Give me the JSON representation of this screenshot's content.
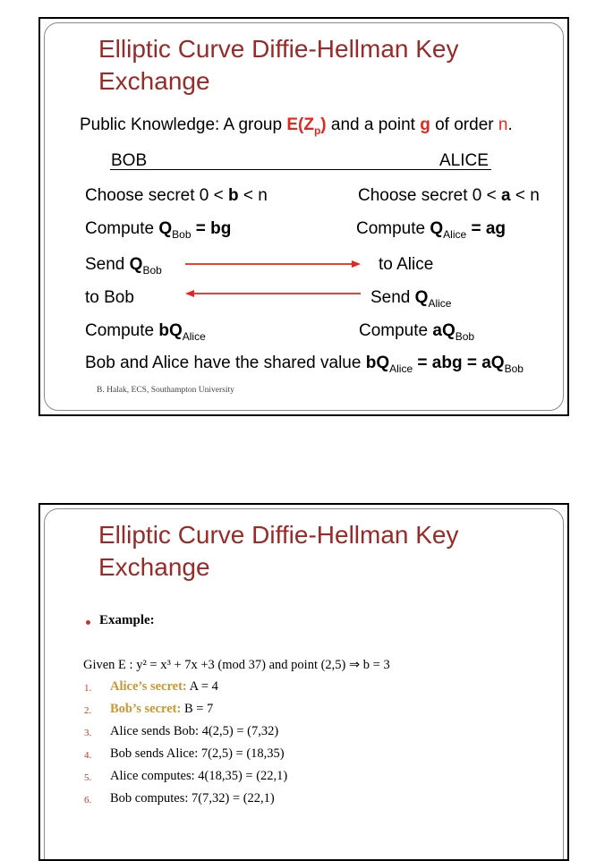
{
  "slide1": {
    "title": "Elliptic Curve Diffie-Hellman Key Exchange",
    "public": {
      "prefix": "Public Knowledge: A group ",
      "group": "E(Z",
      "group_sub": "p",
      "group_close": ")",
      "mid": " and a point ",
      "point": "g",
      "mid2": " of order ",
      "order": "n",
      "end": "."
    },
    "bob_header": "BOB",
    "alice_header": "ALICE",
    "bob_rows": {
      "choose_prefix": "Choose secret 0 < ",
      "choose_var": "b",
      "choose_suffix": " < n",
      "compute_prefix": "Compute ",
      "compute_q": "Q",
      "compute_sub": "Bob",
      "compute_eq": " = bg",
      "send_prefix": "Send ",
      "send_q": "Q",
      "send_sub": "Bob",
      "to": "to Bob",
      "final_prefix": "Compute ",
      "final_var": "bQ",
      "final_sub": "Alice"
    },
    "alice_rows": {
      "choose_prefix": "Choose secret 0 < ",
      "choose_var": "a",
      "choose_suffix": " < n",
      "compute_prefix": "Compute ",
      "compute_q": "Q",
      "compute_sub": "Alice",
      "compute_eq": " = ag",
      "to": "to Alice",
      "send_prefix": "Send ",
      "send_q": "Q",
      "send_sub": "Alice",
      "final_prefix": "Compute ",
      "final_var": "aQ",
      "final_sub": "Bob"
    },
    "shared": {
      "prefix": "Bob and Alice have the shared value ",
      "v1": "bQ",
      "v1_sub": "Alice",
      "eq1": " = abg = ",
      "v2": "aQ",
      "v2_sub": "Bob"
    },
    "footer": "B. Halak, ECS, Southampton University",
    "arrow_color": "#e8241e"
  },
  "slide2": {
    "title": "Elliptic Curve Diffie-Hellman Key Exchange",
    "bullet": "Example:",
    "given": "Given  E :  y² = x³ + 7x +3 (mod 37) and point (2,5) ⇒ b = 3",
    "items": [
      {
        "num": "1.",
        "label": "Alice’s secret:",
        "text": " A = 4"
      },
      {
        "num": "2.",
        "label": "Bob’s secret:",
        "text": " B = 7"
      },
      {
        "num": "3.",
        "label": "",
        "text": "Alice sends Bob: 4(2,5) = (7,32)"
      },
      {
        "num": "4.",
        "label": "",
        "text": "Bob sends Alice: 7(2,5) = (18,35)"
      },
      {
        "num": "5.",
        "label": "",
        "text": "Alice computes: 4(18,35) = (22,1)"
      },
      {
        "num": "6.",
        "label": "",
        "text": "Bob computes: 7(7,32) = (22,1)"
      }
    ]
  }
}
